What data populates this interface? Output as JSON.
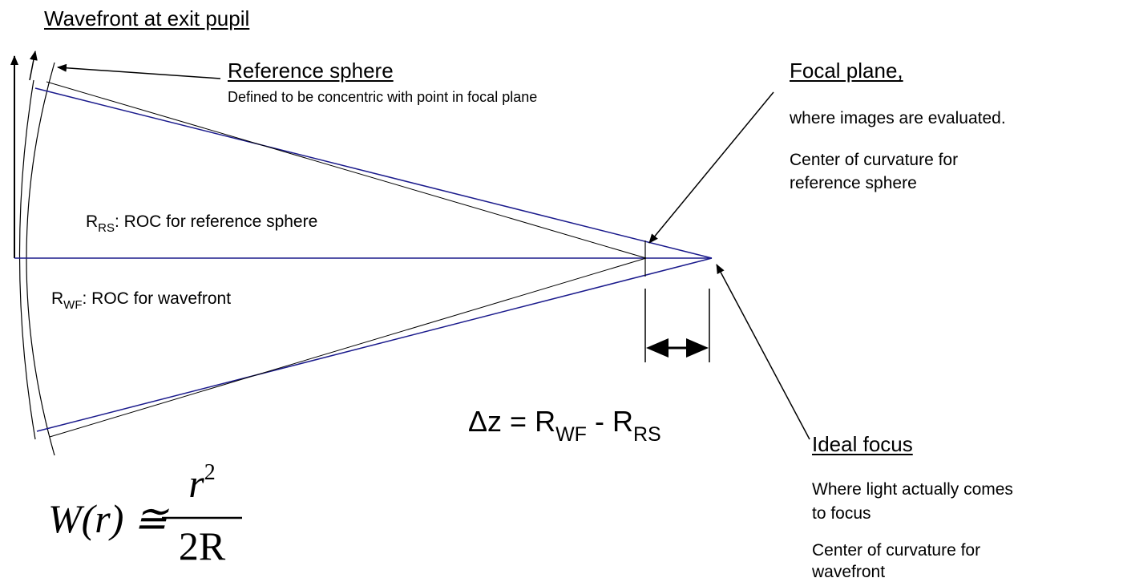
{
  "labels": {
    "wavefront_exit_pupil": "Wavefront at exit pupil",
    "reference_sphere_title": "Reference sphere",
    "reference_sphere_desc": "Defined to be concentric with point in focal plane",
    "focal_plane_title": "Focal plane,",
    "focal_plane_desc1": "where images are evaluated.",
    "focal_plane_desc2_line1": "Center of curvature for",
    "focal_plane_desc2_line2": "reference sphere",
    "rs_main": "R",
    "rs_sub": "RS",
    "rs_text": ": ROC for reference sphere",
    "wf_main": "R",
    "wf_sub": "WF",
    "wf_text": ": ROC for wavefront",
    "ideal_focus_title": "Ideal focus",
    "ideal_focus_desc1_line1": "Where light actually comes",
    "ideal_focus_desc1_line2": "to focus",
    "ideal_focus_desc2_line1": "Center of curvature for",
    "ideal_focus_desc2_line2": "wavefront"
  },
  "delta_eq": {
    "lhs": "Δz = R",
    "sub1": "WF",
    "mid": " - R",
    "sub2": "RS"
  },
  "w_eq": {
    "lhs": "W(r) ≅",
    "num_base": "r",
    "num_exp": "2",
    "den": "2R"
  },
  "colors": {
    "blue_ray": "#1a1a8c",
    "black_line": "#000000"
  }
}
